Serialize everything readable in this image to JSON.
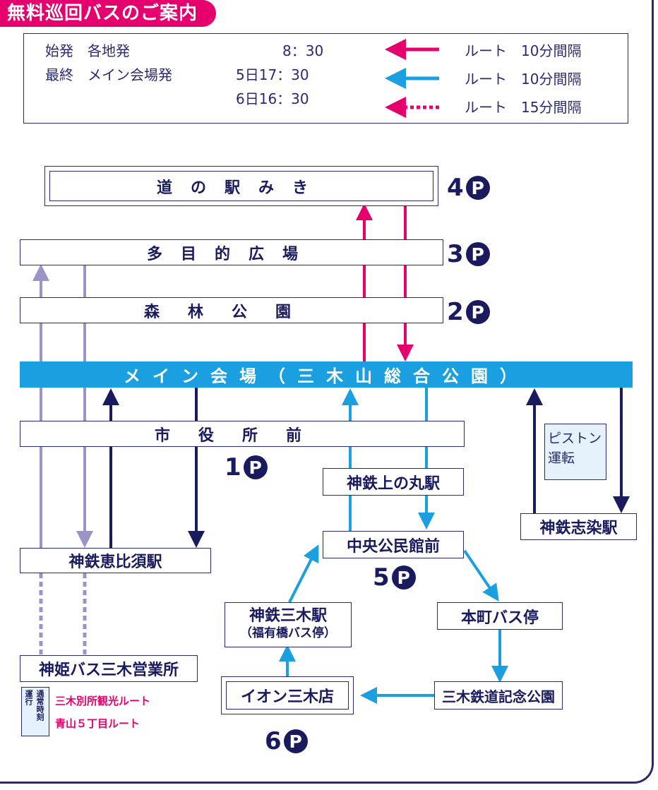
{
  "title": "無料巡回バスのご案内",
  "legend": {
    "first_label": "始発　各地発",
    "first_time": "8：30",
    "last_label": "最終　メイン会場発",
    "last_time_5": "5日17：30",
    "last_time_6": "6日16：30",
    "routes": [
      {
        "text": "ルート　10分間隔",
        "color": "#e5006e",
        "style": "solid"
      },
      {
        "text": "ルート　10分間隔",
        "color": "#1aa0e0",
        "style": "solid"
      },
      {
        "text": "ルート　15分間隔",
        "color": "#e5006e",
        "style": "dotted"
      }
    ]
  },
  "stops": {
    "michinoeki": "道の駅みき",
    "tamokuteki": "多目的広場",
    "shinrin": "森林公園",
    "main": "メイン会場（三木山総合公園）",
    "shiyakusho": "市役所前",
    "kaminomaru": "神鉄上の丸駅",
    "chuo": "中央公民館前",
    "honmachi": "本町バス停",
    "kinen": "三木鉄道記念公園",
    "aeon": "イオン三木店",
    "miki_station": "神鉄三木駅",
    "miki_station_sub": "（福有橋バス停）",
    "ebisu": "神鉄恵比須駅",
    "shinki": "神姫バス三木営業所",
    "shijimi": "神鉄志染駅"
  },
  "parking": {
    "p1": "1",
    "p2": "2",
    "p3": "3",
    "p4": "4",
    "p5": "5",
    "p6": "6",
    "symbol": "P"
  },
  "piston": {
    "line1": "ピストン",
    "line2": "運転"
  },
  "notes": {
    "vertical_a": "運行",
    "vertical_b": "通常時刻",
    "route1": "三木別所観光ルート",
    "route2": "青山５丁目ルート"
  },
  "colors": {
    "magenta": "#e5006e",
    "cyan": "#1aa0e0",
    "navy": "#1a1a5e",
    "lavender": "#9a94c8"
  }
}
